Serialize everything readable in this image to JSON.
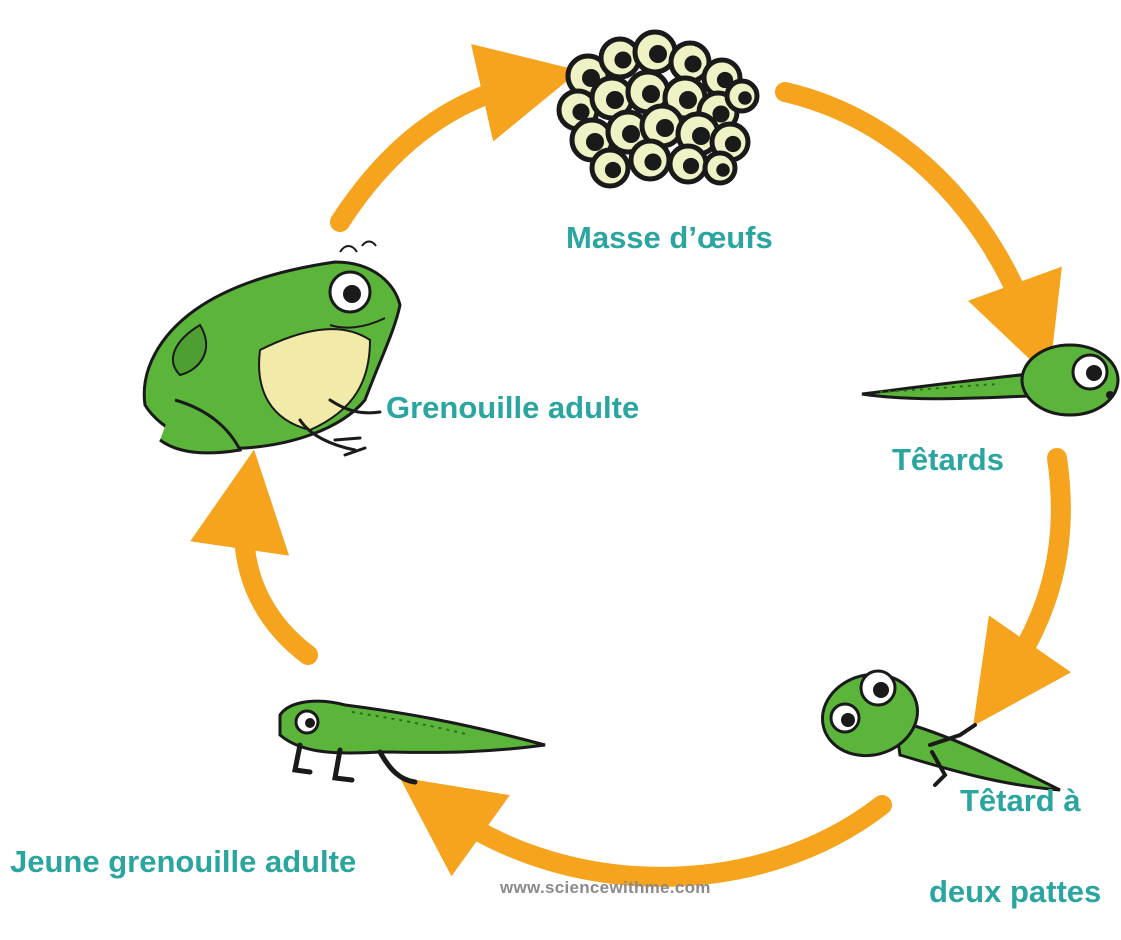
{
  "stages": {
    "eggs": "Masse d’œufs",
    "tadpoles": "Têtards",
    "tadpole_legs_line1": "Têtard à",
    "tadpole_legs_line2": "deux pattes",
    "froglet": "Jeune grenouille adulte",
    "adult": "Grenouille adulte"
  },
  "watermark": "www.sciencewithme.com",
  "colors": {
    "arrow": "#f6a31d",
    "label": "#2aa5a0",
    "frog_green": "#5bb53a",
    "frog_outline": "#1a1a1a",
    "egg_yolk": "#eef2c4"
  },
  "icons": [
    "egg-mass-icon",
    "tadpole-icon",
    "tadpole-with-legs-icon",
    "froglet-icon",
    "adult-frog-icon",
    "arrow-icon"
  ]
}
